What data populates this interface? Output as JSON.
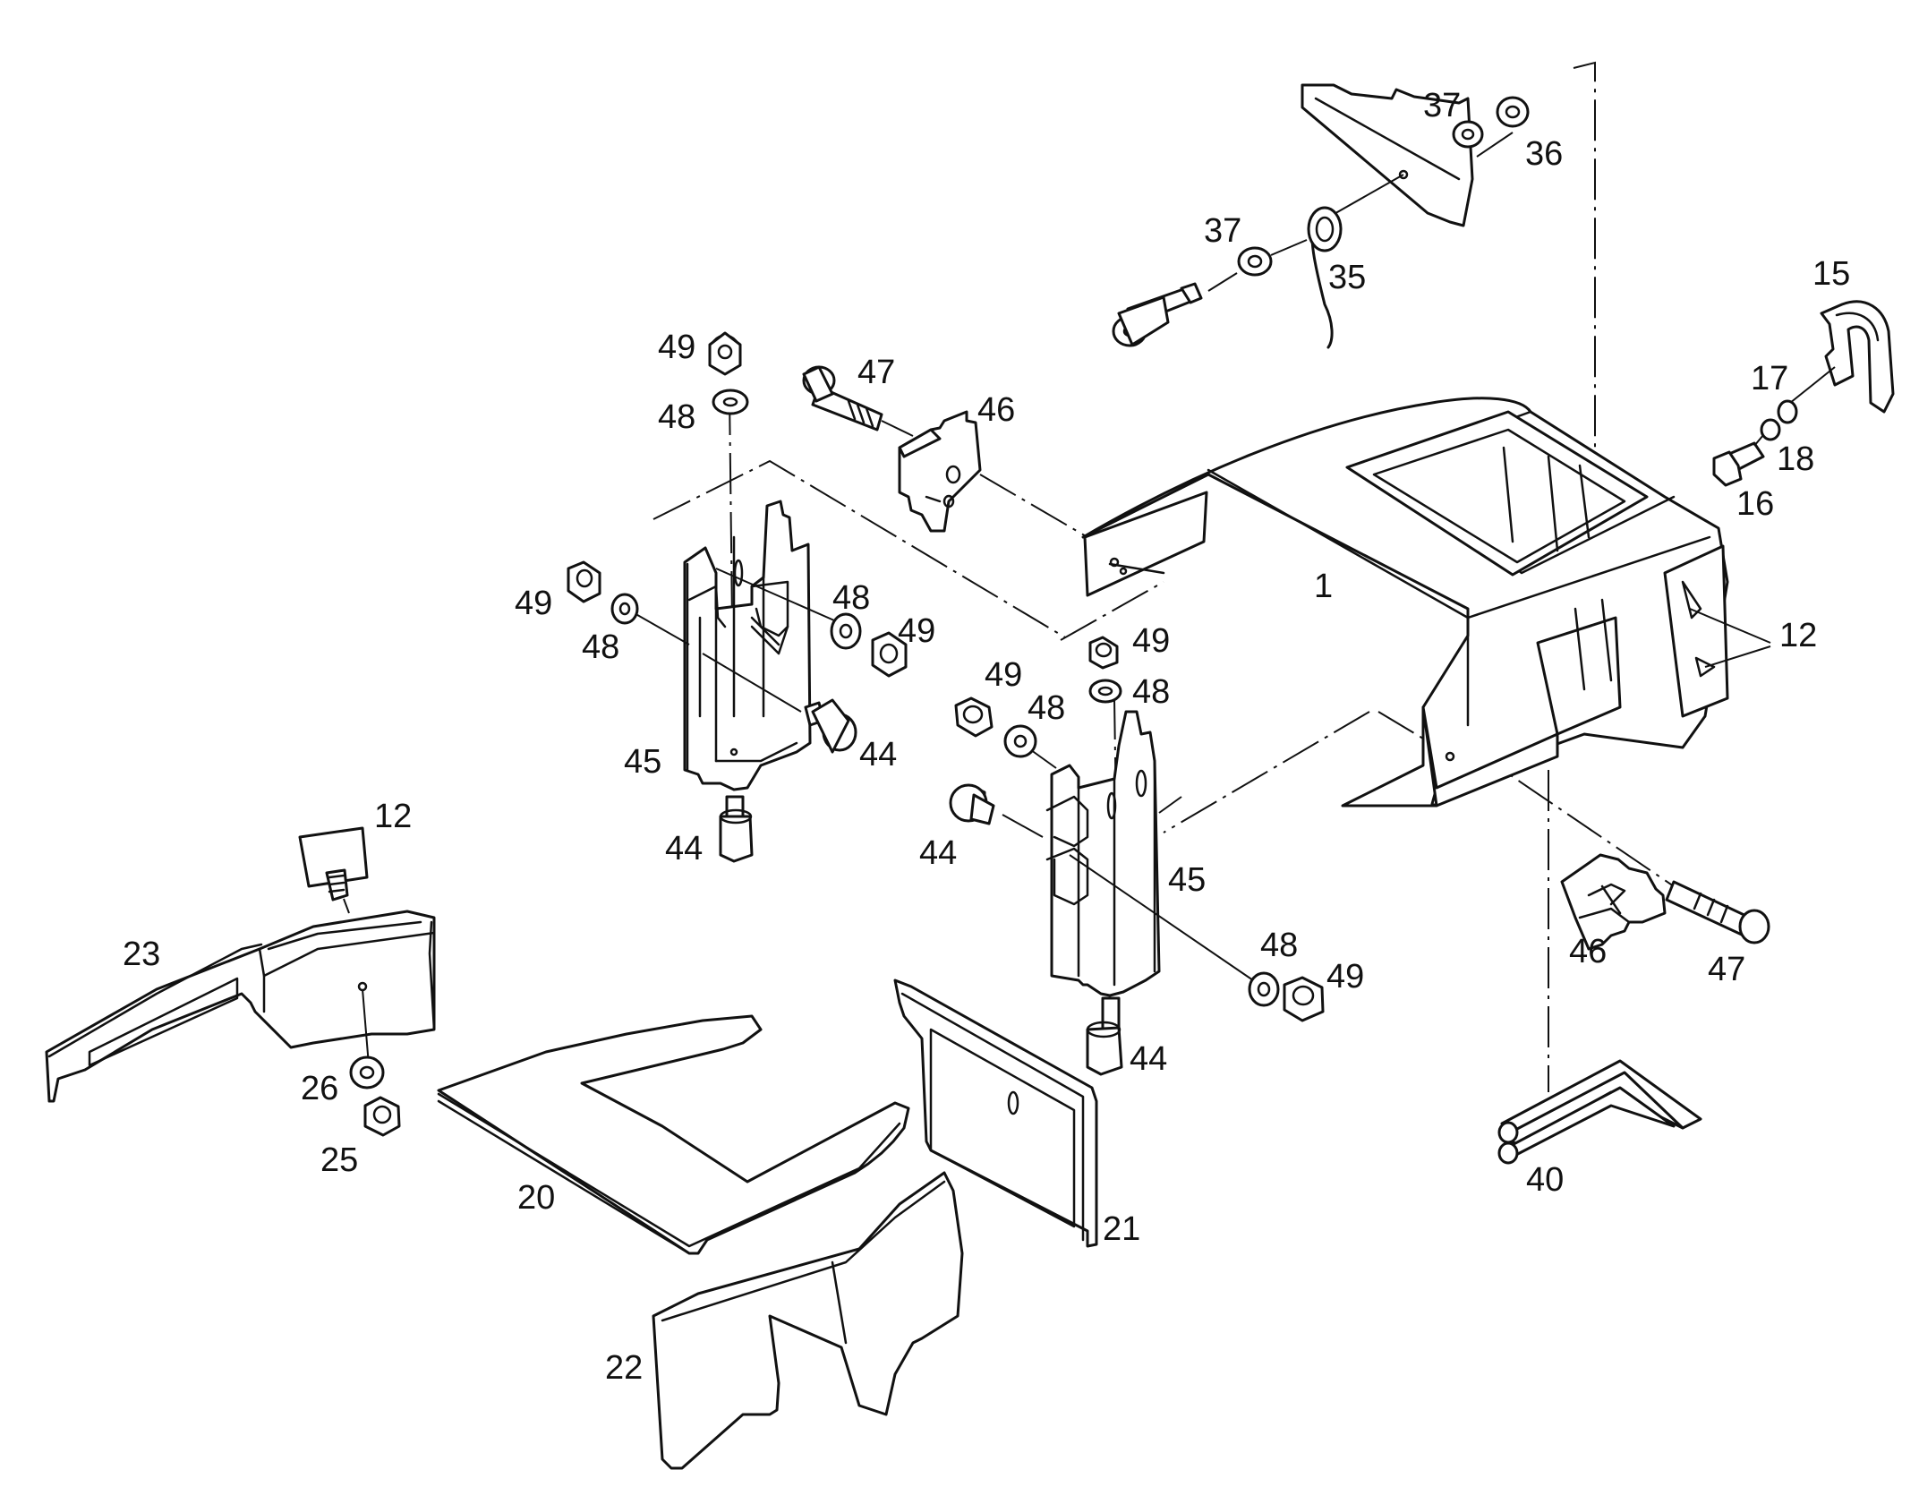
{
  "callouts": {
    "c1": "1",
    "c12a": "12",
    "c12b": "12",
    "c15": "15",
    "c16": "16",
    "c17": "17",
    "c18": "18",
    "c20": "20",
    "c21": "21",
    "c22": "22",
    "c23": "23",
    "c25": "25",
    "c26": "26",
    "c35": "35",
    "c36": "36",
    "c37a": "37",
    "c37b": "37",
    "c40": "40",
    "c44a": "44",
    "c44b": "44",
    "c44c": "44",
    "c44d": "44",
    "c45a": "45",
    "c45b": "45",
    "c46a": "46",
    "c46b": "46",
    "c47a": "47",
    "c47b": "47",
    "c48a": "48",
    "c48b": "48",
    "c48c": "48",
    "c48d": "48",
    "c48e": "48",
    "c48f": "48",
    "c49a": "49",
    "c49b": "49",
    "c49c": "49",
    "c49d": "49",
    "c49e": "49",
    "c49f": "49"
  }
}
